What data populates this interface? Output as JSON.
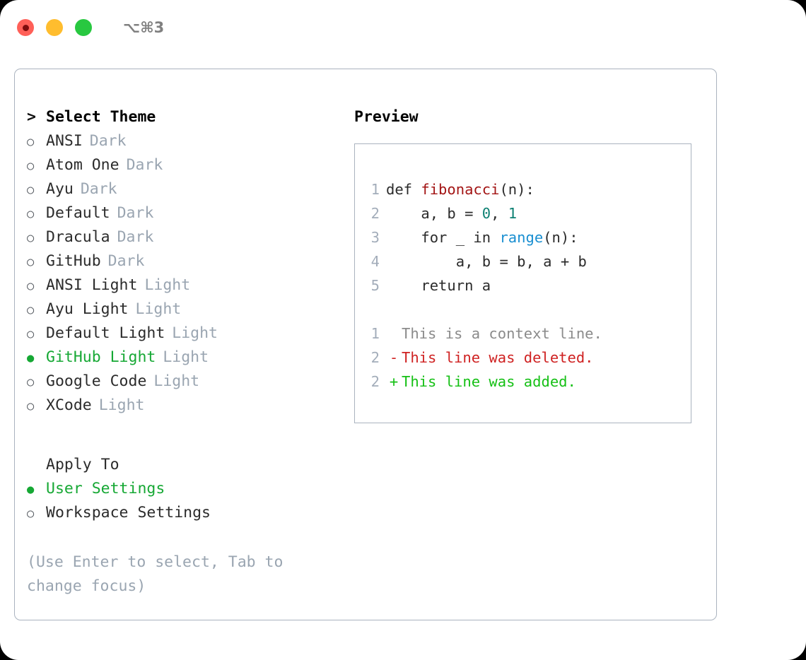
{
  "titlebar": {
    "shortcut": "⌥⌘3",
    "lights": [
      {
        "name": "close",
        "color": "#ff6058"
      },
      {
        "name": "minimize",
        "color": "#ffbd2e"
      },
      {
        "name": "maximize",
        "color": "#28c840"
      }
    ]
  },
  "theme_picker": {
    "header": {
      "marker": ">",
      "label": "Select Theme"
    },
    "items": [
      {
        "marker": "○",
        "label": "ANSI",
        "variant": "Dark",
        "selected": false
      },
      {
        "marker": "○",
        "label": "Atom One",
        "variant": "Dark",
        "selected": false
      },
      {
        "marker": "○",
        "label": "Ayu",
        "variant": "Dark",
        "selected": false
      },
      {
        "marker": "○",
        "label": "Default",
        "variant": "Dark",
        "selected": false
      },
      {
        "marker": "○",
        "label": "Dracula",
        "variant": "Dark",
        "selected": false
      },
      {
        "marker": "○",
        "label": "GitHub",
        "variant": "Dark",
        "selected": false
      },
      {
        "marker": "○",
        "label": "ANSI Light",
        "variant": "Light",
        "selected": false
      },
      {
        "marker": "○",
        "label": "Ayu Light",
        "variant": "Light",
        "selected": false
      },
      {
        "marker": "○",
        "label": "Default Light",
        "variant": "Light",
        "selected": false
      },
      {
        "marker": "●",
        "label": "GitHub Light",
        "variant": "Light",
        "selected": true
      },
      {
        "marker": "○",
        "label": "Google Code",
        "variant": "Light",
        "selected": false
      },
      {
        "marker": "○",
        "label": "XCode",
        "variant": "Light",
        "selected": false
      }
    ]
  },
  "apply_to": {
    "header": "Apply To",
    "options": [
      {
        "marker": "●",
        "label": "User Settings",
        "selected": true
      },
      {
        "marker": "○",
        "label": "Workspace Settings",
        "selected": false
      }
    ]
  },
  "hint": "(Use Enter to select, Tab to change focus)",
  "preview": {
    "title": "Preview",
    "code_lines": [
      {
        "number": "1",
        "tokens": [
          {
            "text": "def ",
            "type": "plain"
          },
          {
            "text": "fibonacci",
            "type": "fn"
          },
          {
            "text": "(n):",
            "type": "plain"
          }
        ]
      },
      {
        "number": "2",
        "tokens": [
          {
            "text": "    a, b = ",
            "type": "plain"
          },
          {
            "text": "0",
            "type": "num"
          },
          {
            "text": ", ",
            "type": "plain"
          },
          {
            "text": "1",
            "type": "num"
          }
        ]
      },
      {
        "number": "3",
        "tokens": [
          {
            "text": "    for _ in ",
            "type": "plain"
          },
          {
            "text": "range",
            "type": "call"
          },
          {
            "text": "(n):",
            "type": "plain"
          }
        ]
      },
      {
        "number": "4",
        "tokens": [
          {
            "text": "        a, b = b, a + b",
            "type": "plain"
          }
        ]
      },
      {
        "number": "5",
        "tokens": [
          {
            "text": "    return a",
            "type": "plain"
          }
        ]
      }
    ],
    "diff_lines": [
      {
        "number": "1",
        "sign": " ",
        "text": "This is a context line.",
        "kind": "context"
      },
      {
        "number": "2",
        "sign": "-",
        "text": "This line was deleted.",
        "kind": "deleted"
      },
      {
        "number": "2",
        "sign": "+",
        "text": "This line was added.",
        "kind": "added"
      }
    ]
  },
  "colors": {
    "selection_green": "#16a834",
    "variant_gray": "#9aa5b1",
    "border": "#aab3bf",
    "diff_deleted": "#cf2222",
    "diff_added": "#15c015",
    "diff_context": "#8b8b8b",
    "token_function": "#a31515",
    "token_number": "#0e8173",
    "token_call": "#1a8fd1"
  }
}
